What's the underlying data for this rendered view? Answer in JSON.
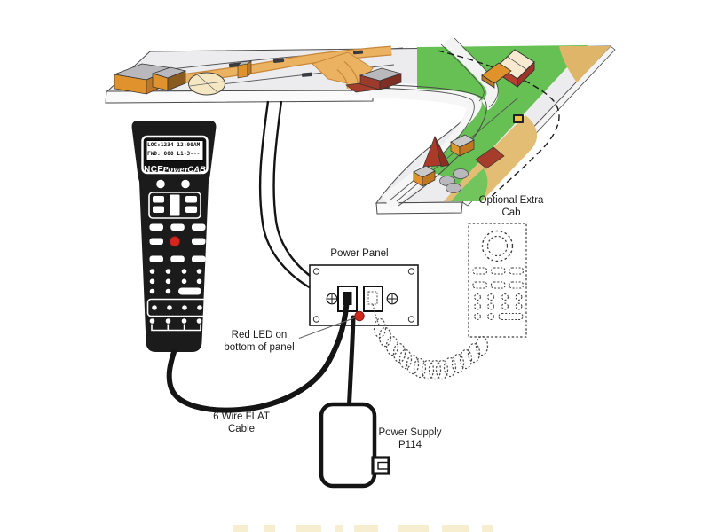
{
  "labels": {
    "power_panel": "Power Panel",
    "red_led_1": "Red LED on",
    "red_led_2": "bottom of panel",
    "flat_cable_1": "6 Wire FLAT",
    "flat_cable_2": "Cable",
    "power_supply_1": "Power Supply",
    "power_supply_2": "P114",
    "extra_cab_1": "Optional Extra",
    "extra_cab_2": "Cab"
  },
  "throttle": {
    "lcd_line1": "LOC:1234 12:00AM",
    "lcd_line2": "FWD: 000 L1-3---",
    "logo_nce": "NCE",
    "logo_power": "Power",
    "logo_cab": "CAB"
  },
  "colors": {
    "led_red": "#d2271c",
    "throttle_body": "#1b1b1b",
    "board_surface": "#ececee",
    "grass_green": "#66c053",
    "sand_tan": "#dfb56a",
    "road_tan": "#eab261",
    "building_orange": "#e0922d",
    "building_red": "#a63c2a",
    "roof_gray": "#b9b9bd",
    "house_cream": "#f7ead0"
  }
}
